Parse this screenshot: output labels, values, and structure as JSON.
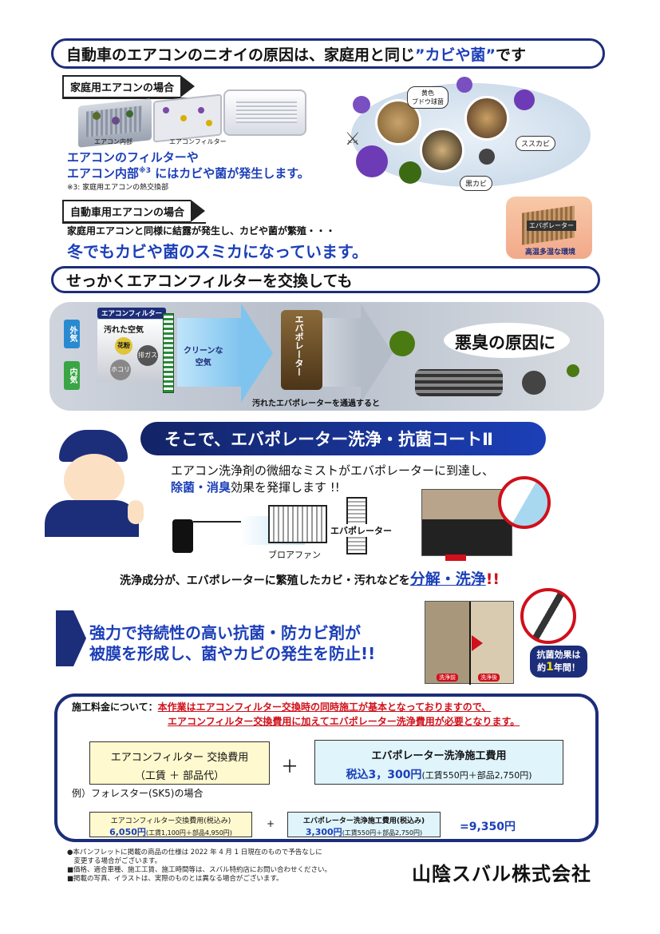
{
  "header1": {
    "text_pre": "自動車のエアコンのニオイの原因は、家庭用と同じ",
    "text_hl": "”カビや菌”",
    "text_post": "です"
  },
  "home": {
    "tab": "家庭用エアコンの場合",
    "label_inside": "エアコン内部",
    "label_filter": "エアコンフィルター",
    "line1": "エアコンのフィルターや",
    "line2_pre": "エアコン内部",
    "line2_note": "※3",
    "line2_post": "にはカビや菌が発生します。",
    "footnote": "※3: 家庭用エアコンの熱交換部"
  },
  "mold_labels": {
    "yellow_grape": "黄色\nブドウ球菌",
    "susukabi": "ススカビ",
    "kurokabi": "黒カビ"
  },
  "car": {
    "tab": "自動車用エアコンの場合",
    "line1": "家庭用エアコンと同様に結露が発生し、カビや菌が繁殖・・・",
    "line2": "冬でもカビや菌のスミカになっています。",
    "evap_label": "エバポレーター",
    "humid_label": "高温多湿な環境"
  },
  "header2": {
    "text": "せっかくエアコンフィルターを交換しても"
  },
  "flow": {
    "outside_air": "外気",
    "inside_air": "内気",
    "filter_label": "エアコンフィルター",
    "dirty_air": "汚れた空気",
    "pollen": "花粉",
    "exhaust": "排ガス",
    "dust": "ホコリ",
    "clean_air": "クリーンな\n空気",
    "evap_vertical": "エバポレーター",
    "caption": "汚れたエバポレーターを通過すると",
    "odor": "悪臭の原因に"
  },
  "service": {
    "title": "そこで、エバポレーター洗浄・抗菌コートⅡ",
    "desc1": "エアコン洗浄剤の微細なミストがエバポレーターに到達し、",
    "desc2_hl": "除菌・消臭",
    "desc2_post": "効果を発揮します !!",
    "evap_label": "エバポレーター",
    "fan_label": "ブロアファン",
    "clean_pre": "洗浄成分が、エバポレーターに繁殖したカビ・汚れなどを",
    "clean_hl": "分解・洗浄",
    "clean_post": "!!",
    "coat_line1": "強力で持続性の高い抗菌・防カビ剤が",
    "coat_line2": "被膜を形成し、菌やカビの発生を防止!!",
    "before": "洗浄前",
    "after": "洗浄後",
    "effect_line1": "抗菌効果は",
    "effect_pre": "約",
    "effect_num": "1",
    "effect_post": "年間！"
  },
  "fees": {
    "intro_label": "施工料金について：",
    "intro_red1": "本作業はエアコンフィルター交換時の同時施工が基本となっておりますので、",
    "intro_red2": "エアコンフィルター交換費用に加えてエバポレーター洗浄費用が必要となります。",
    "box1_line1": "エアコンフィルター 交換費用",
    "box1_line2": "（工賃 ＋ 部品代）",
    "plus": "＋",
    "box2_line1": "エバポレーター洗浄施工費用",
    "box2_price": "税込3，300円",
    "box2_detail": "(工賃550円＋部品2,750円)",
    "example": "例）フォレスター(SK5)の場合",
    "ex1_line1": "エアコンフィルター交換費用(税込み)",
    "ex1_price": "6,050円",
    "ex1_detail": "(工賃1,100円＋部品4,950円)",
    "ex_plus": "+",
    "ex2_line1": "エバポレーター洗浄施工費用(税込み)",
    "ex2_price": "3,300円",
    "ex2_detail": "(工賃550円＋部品2,750円)",
    "total_eq": "=",
    "total": "9,350円"
  },
  "footer": {
    "n1": "●本パンフレットに掲載の商品の仕様は 2022 年 4 月 1 日現在のもので予告なしに",
    "n1b": "　変更する場合がございます。",
    "n2": "■価格、適合車種、施工工賃、施工時間等は、スバル特約店にお問い合わせください。",
    "n3": "■掲載の写真、イラストは、実際のものとは異なる場合がございます。",
    "company": "山陰スバル株式会社"
  },
  "colors": {
    "navy": "#1c2d7a",
    "accent_blue": "#1c3fb8",
    "red": "#d0101b",
    "yellow_box": "#fff9cf",
    "cyan_box": "#dff4fb"
  }
}
